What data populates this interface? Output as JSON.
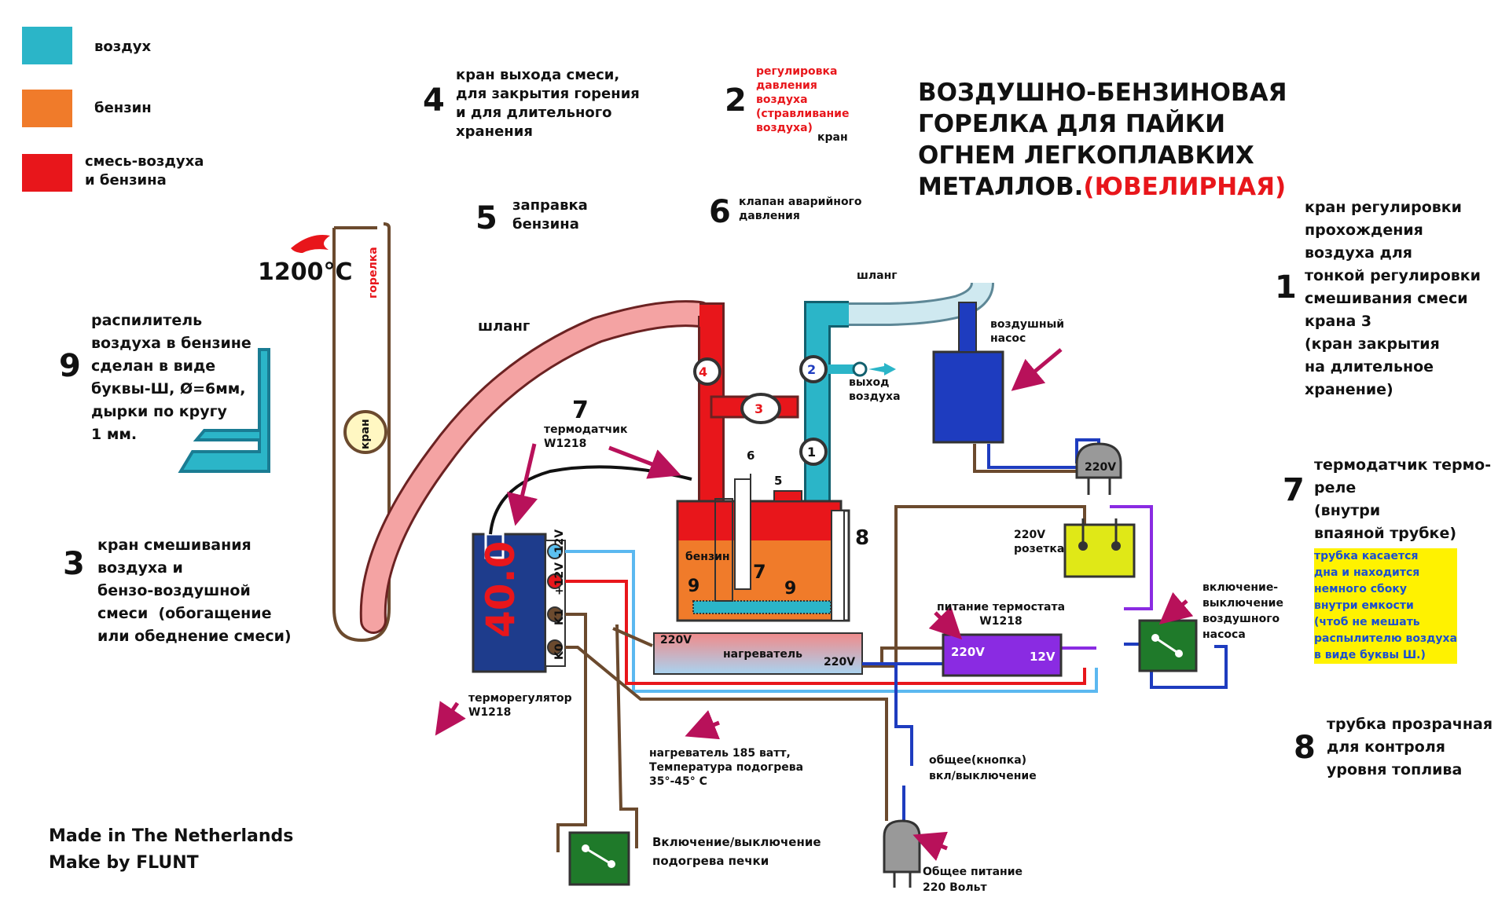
{
  "legend": [
    {
      "label": "воздух",
      "color": "#2bb5c8"
    },
    {
      "label": "бензин",
      "color": "#f07b2a"
    },
    {
      "label": "смесь-воздуха\nи бензина",
      "color": "#e8161b"
    }
  ],
  "title": {
    "line1": "ВОЗДУШНО-БЕНЗИНОВАЯ",
    "line2": "ГОРЕЛКА ДЛЯ ПАЙКИ",
    "line3": "ОГНЕМ ЛЕГКОПЛАВКИХ",
    "line4": "МЕТАЛЛОВ.",
    "line4_accent": "(ЮВЕЛИРНАЯ)"
  },
  "notes": {
    "n4": {
      "num": "4",
      "text": "кран выхода смеси,\nдля закрытия горения\nи для длительного\nхранения"
    },
    "n2": {
      "num": "2",
      "text_red": "регулировка\nдавления\nвоздуха\n(стравливание\nвоздуха)",
      "text_tail": "кран"
    },
    "n5": {
      "num": "5",
      "text": "заправка\nбензина"
    },
    "n6": {
      "num": "6",
      "text": "клапан аварийного\nдавления"
    },
    "n1": {
      "num": "1",
      "text": "кран регулировки\nпрохождения\nвоздуха для\nтонкой регулировки\nсмешивания смеси\nкрана 3\n(кран закрытия\nна длительное\nхранение)"
    },
    "n9": {
      "num": "9",
      "text": "распилитель\nвоздуха в бензине\nсделан в виде\nбуквы-Ш, Ø=6мм,\nдырки по кругу\n1 мм."
    },
    "n3": {
      "num": "3",
      "text": "кран смешивания\nвоздуха и\nбензо-воздушной\nсмеси  (обогащение\nили обеднение смеси)"
    },
    "n7r": {
      "num": "7",
      "text": "термодатчик термо-\nреле\n(внутри\nвпаяной трубке)",
      "note": "трубка касается\nдна и находится\nнемного сбоку\nвнутри емкости\n(чтоб не мешать\nраспылителю воздуха\nв виде буквы Ш.)"
    },
    "n8r": {
      "num": "8",
      "text": "трубка прозрачная\nдля контроля\nуровня топлива"
    }
  },
  "labels": {
    "temp": "1200°C",
    "burner": "горелка",
    "valve": "кран",
    "hose_left": "шланг",
    "hose_top": "шланг",
    "air_out": "выход\nвоздуха",
    "air_pump": "воздушный\nнасос",
    "sensor_num": "7",
    "sensor": "термодатчик\nW1218",
    "benzin": "бензин",
    "tank_6": "6",
    "tank_5": "5",
    "tank_7": "7",
    "tank_9a": "9",
    "tank_9b": "9",
    "tank_8": "8",
    "regulator_display": "40.0",
    "term_minus": "-12V",
    "term_plus": "+12V",
    "term_k1": "K1",
    "term_k0": "K0",
    "heater": "нагреватель",
    "heater_220a": "220V",
    "heater_220b": "220V",
    "thermoregulator": "терморегулятор\nW1218",
    "heater_info": "нагреватель 185 ватт,\nТемпература подогрева\n35°-45° C",
    "oven_switch": "Включение/выключение\nподогрева печки",
    "plug_220": "220V",
    "socket": "220V\nрозетка",
    "psu_title": "питание термостата\nW1218",
    "psu_220": "220V",
    "psu_12": "12V",
    "pump_switch": "включение-\nвыключение\nвоздушного\nнасоса",
    "common_button": "общее(кнопка)\nвкл/выключение",
    "main_power": "Общее питание\n220 Вольт",
    "valve_1": "1",
    "valve_2": "2",
    "valve_3": "3",
    "valve_4": "4"
  },
  "credits": {
    "line1": "Made in The Netherlands",
    "line2": "Make by FLUNT"
  }
}
